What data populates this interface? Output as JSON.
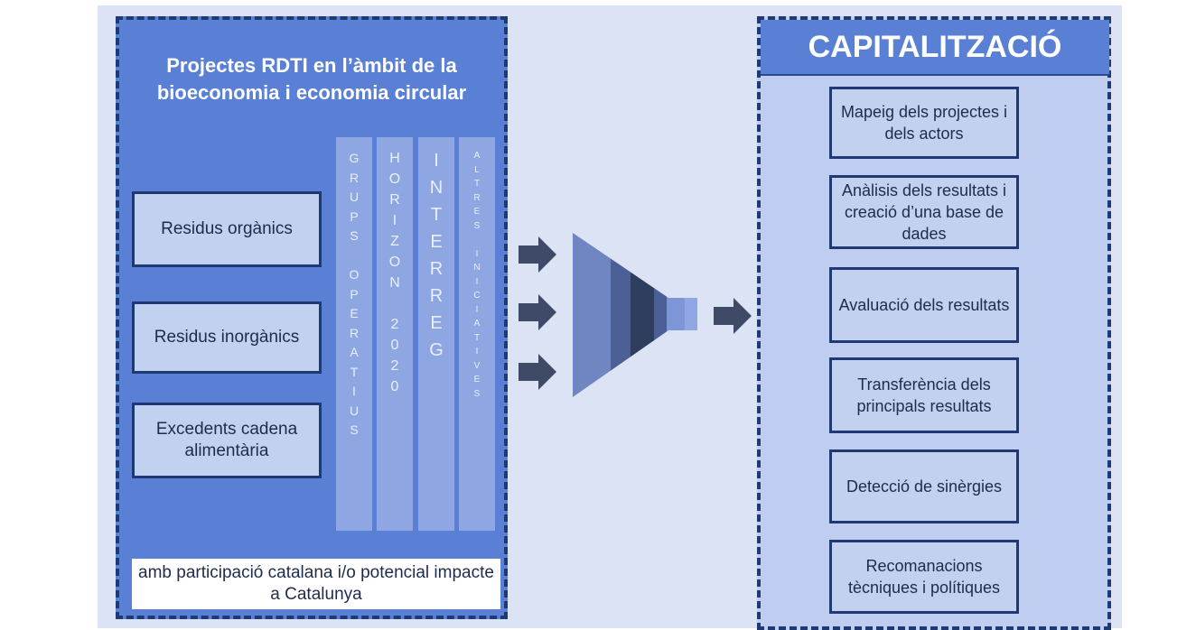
{
  "left": {
    "title": "Projectes RDTI en l’àmbit de la bioeconomia i economia circular",
    "categories": [
      "Residus orgànics",
      "Residus inorgànics",
      "Excedents cadena alimentària"
    ],
    "columns": [
      "GRUPS OPERATIUS",
      "HORIZON 2020",
      "INTERREG",
      "ALTRES INICIATIVES"
    ],
    "note": "amb participació catalana i/o potencial impacte a Catalunya"
  },
  "right": {
    "title": "CAPITALITZACIÓ",
    "steps": [
      "Mapeig dels projectes i dels actors",
      "Anàlisis dels resultats i creació d’una base de dades",
      "Avaluació dels resultats",
      "Transferència dels principals resultats",
      "Detecció de sinèrgies",
      "Recomanacions tècniques i polítiques"
    ]
  },
  "colors": {
    "panel_blue": "#5a80d6",
    "dark_navy": "#1f3a72",
    "light_box": "#c3d1f1",
    "arrow": "#3f4a66"
  }
}
